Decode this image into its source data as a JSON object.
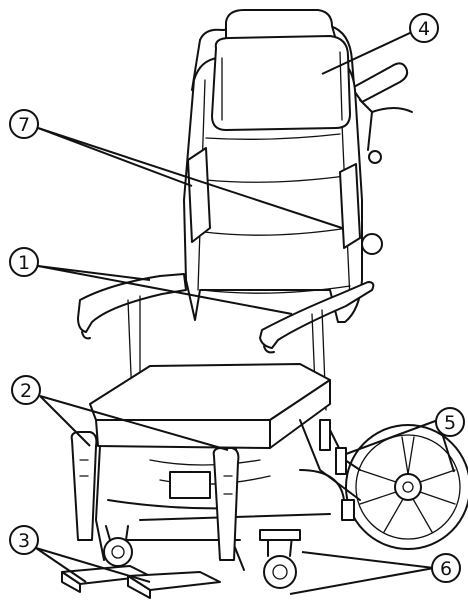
{
  "diagram": {
    "callouts": [
      {
        "id": "c4",
        "label": "4"
      },
      {
        "id": "c7",
        "label": "7"
      },
      {
        "id": "c1",
        "label": "1"
      },
      {
        "id": "c2",
        "label": "2"
      },
      {
        "id": "c5",
        "label": "5"
      },
      {
        "id": "c3",
        "label": "3"
      },
      {
        "id": "c6",
        "label": "6"
      }
    ]
  }
}
